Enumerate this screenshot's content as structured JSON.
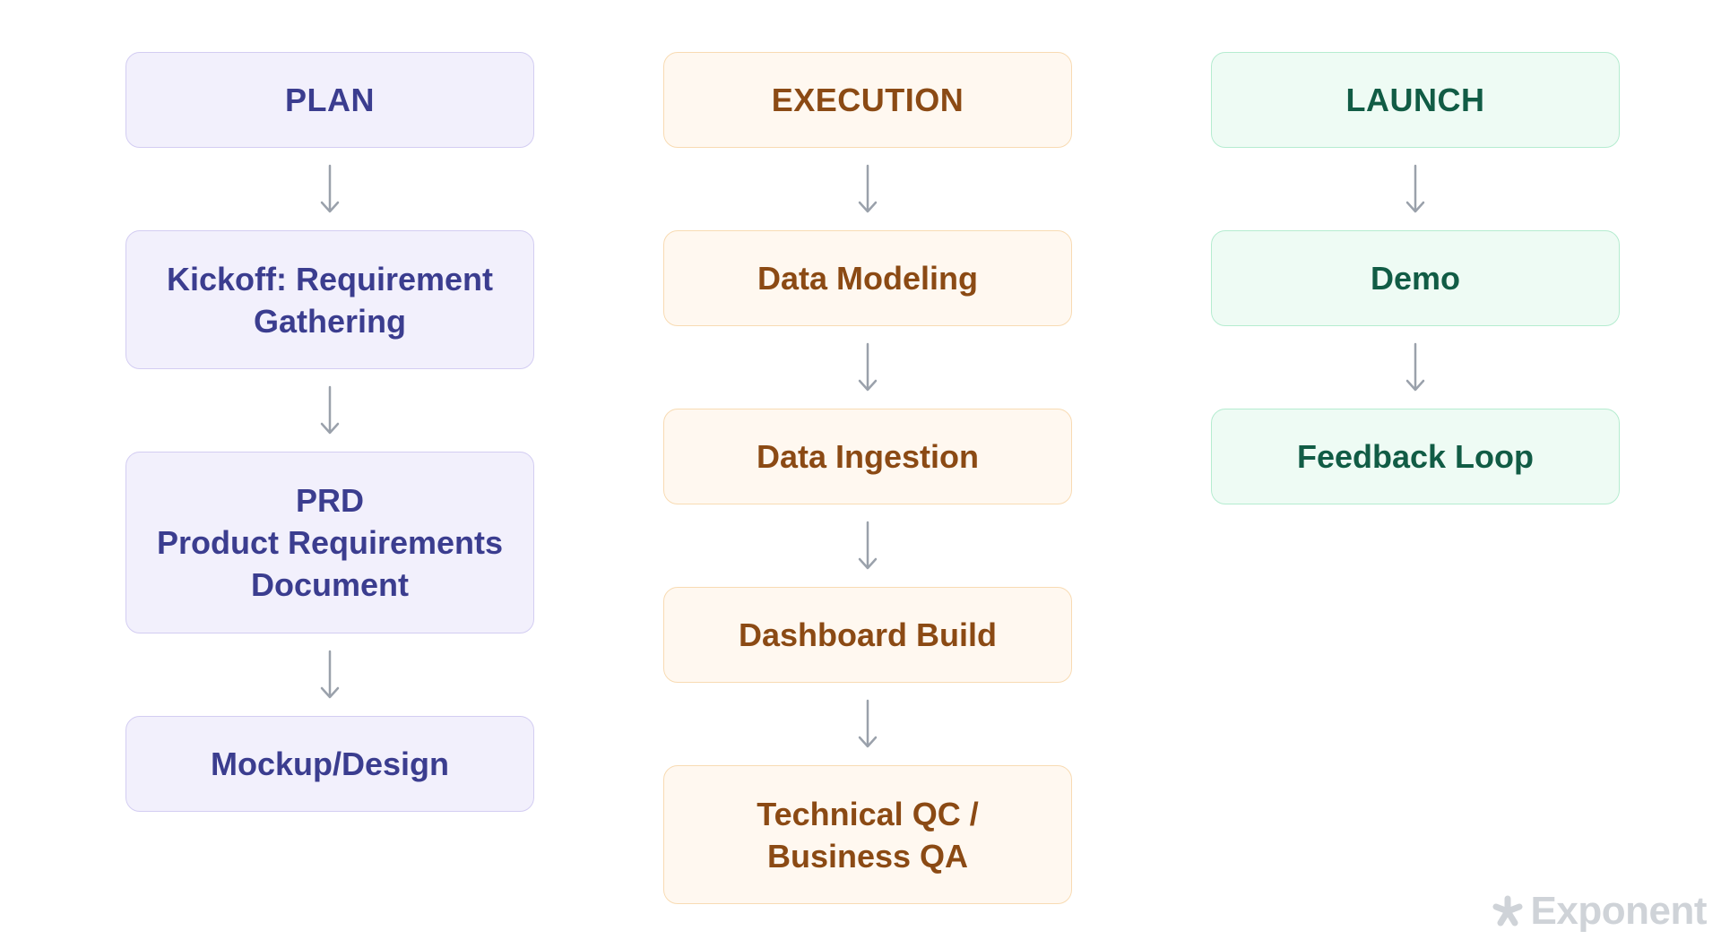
{
  "columns": {
    "plan": {
      "header": "PLAN",
      "steps": [
        {
          "lines": [
            "Kickoff: Requirement",
            "Gathering"
          ]
        },
        {
          "title": "PRD",
          "lines": [
            "Product Requirements",
            "Document"
          ]
        },
        {
          "lines": [
            "Mockup/Design"
          ]
        }
      ]
    },
    "execution": {
      "header": "EXECUTION",
      "steps": [
        {
          "lines": [
            "Data Modeling"
          ]
        },
        {
          "lines": [
            "Data Ingestion"
          ]
        },
        {
          "lines": [
            "Dashboard Build"
          ]
        },
        {
          "lines": [
            "Technical QC /",
            "Business QA"
          ]
        }
      ]
    },
    "launch": {
      "header": "LAUNCH",
      "steps": [
        {
          "lines": [
            "Demo"
          ]
        },
        {
          "lines": [
            "Feedback Loop"
          ]
        }
      ]
    }
  },
  "watermark": {
    "text": "Exponent",
    "icon": "asterisk-logo-icon"
  },
  "colors": {
    "plan_fill": "#f2f0fc",
    "plan_text": "#3b3d8f",
    "execution_fill": "#fff8f0",
    "execution_text": "#8b4a14",
    "launch_fill": "#eefbf4",
    "launch_text": "#115c45",
    "arrow": "#9aa1ab"
  }
}
